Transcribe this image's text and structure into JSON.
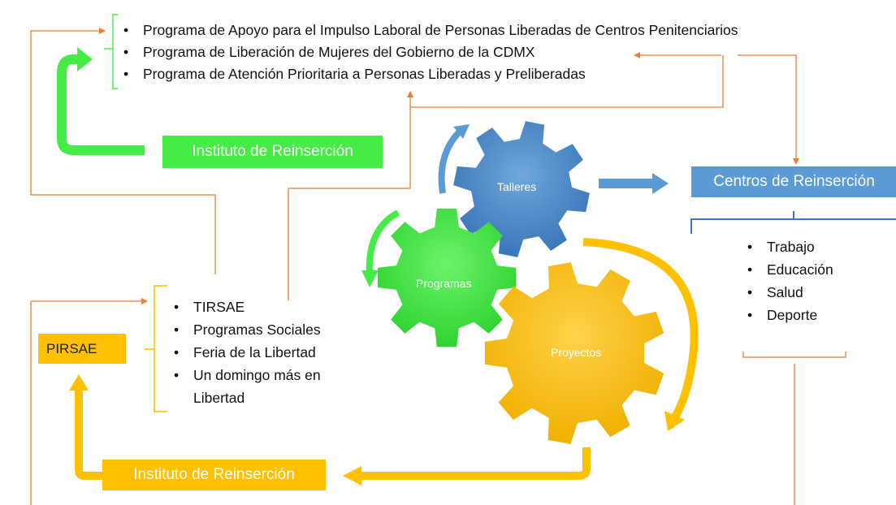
{
  "top_programs": [
    "Programa de Apoyo para el Impulso Laboral de Personas Liberadas de Centros Penitenciarios",
    "Programa de Liberación de Mujeres del Gobierno de la CDMX",
    "Programa de Atención Prioritaria a Personas Liberadas y Preliberadas"
  ],
  "green_box": {
    "label": "Instituto de Reinserción",
    "color": "#46ec46"
  },
  "blue_box": {
    "label": "Centros de Reinserción",
    "color": "#5b9bd5"
  },
  "centros_items": [
    "Trabajo",
    "Educación",
    "Salud",
    "Deporte"
  ],
  "pirsae_box": {
    "label": "PIRSAE",
    "color": "#ffc000"
  },
  "pirsae_items": [
    "TIRSAE",
    "Programas Sociales",
    "Feria de la Libertad",
    "Un domingo más en Libertad"
  ],
  "yellow_box": {
    "label": "Instituto de Reinserción",
    "color": "#ffc000"
  },
  "gears": {
    "talleres": {
      "label": "Talleres",
      "color": "#5b9bd5"
    },
    "programas": {
      "label": "Programas",
      "color": "#46ec46"
    },
    "proyectos": {
      "label": "Proyectos",
      "color": "#ffc000"
    }
  },
  "connector_color": "#ed7d31"
}
